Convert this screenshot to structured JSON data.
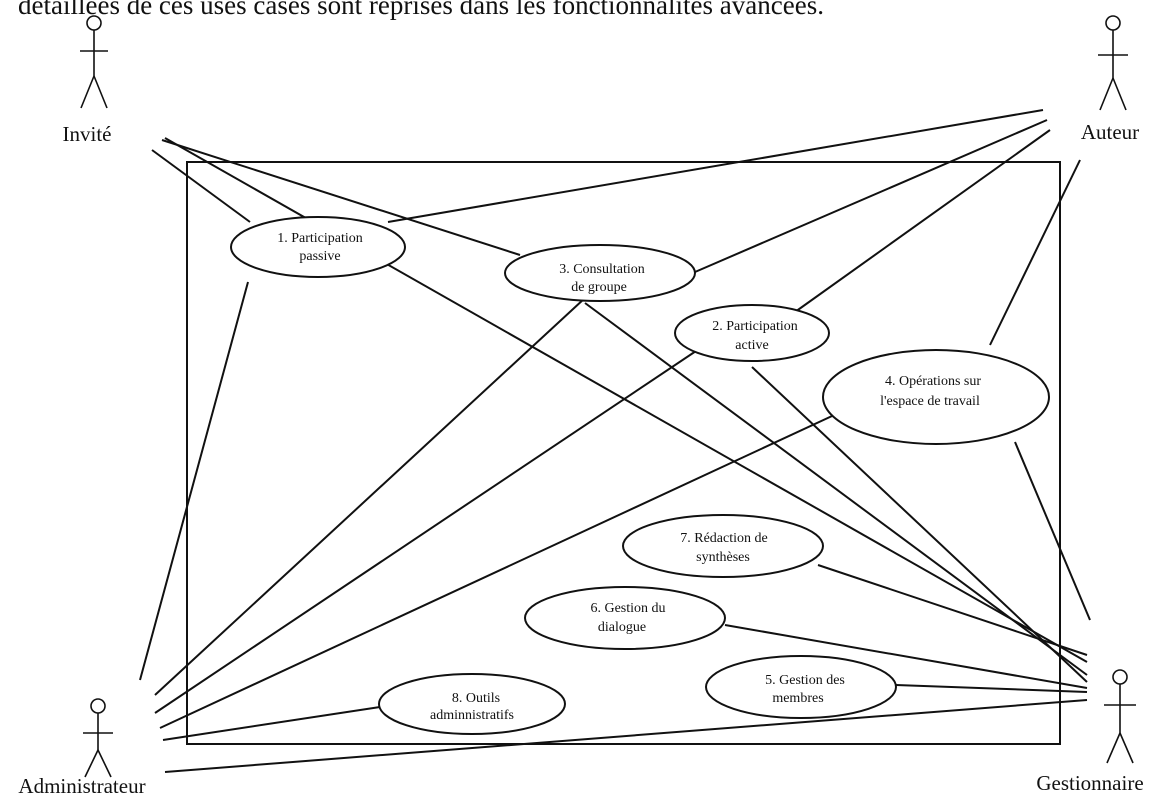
{
  "header_text": "détaillées de ces uses cases sont reprises dans les fonctionnalités avancées.",
  "actors": {
    "invite": "Invité",
    "auteur": "Auteur",
    "administrateur": "Administrateur",
    "gestionnaire": "Gestionnaire"
  },
  "use_cases": {
    "uc1": [
      "1.  Participation",
      "passive"
    ],
    "uc2": [
      "2.  Participation",
      "active"
    ],
    "uc3": [
      "3.  Consultation",
      "de groupe"
    ],
    "uc4": [
      "4.  Opérations sur",
      "l'espace de travail"
    ],
    "uc5": [
      "5.  Gestion des",
      "membres"
    ],
    "uc6": [
      "6.  Gestion du",
      "dialogue"
    ],
    "uc7": [
      "7.  Rédaction de",
      "synthèses"
    ],
    "uc8": [
      "8.  Outils",
      "adminnistratifs"
    ]
  }
}
